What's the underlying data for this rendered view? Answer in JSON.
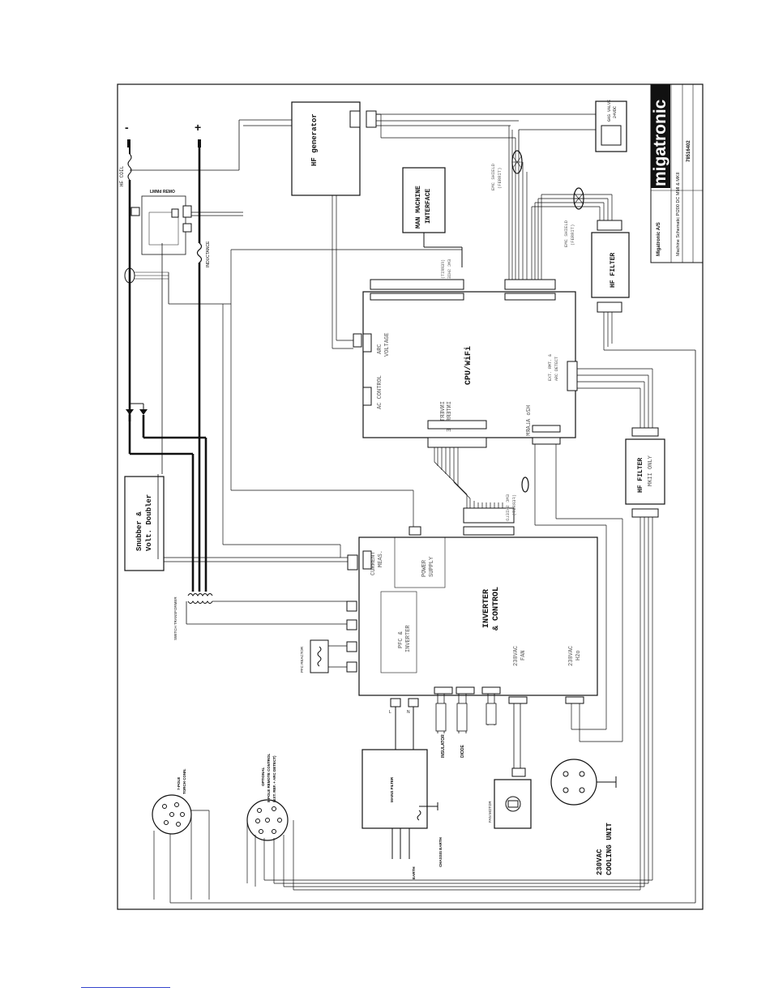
{
  "title_block": {
    "brand": "migatronic",
    "company": "Migatronic A/S",
    "drawing_title": "Machine Schematic PI200 DC MMI & MKII",
    "drawing_number": "78516402"
  },
  "modules": {
    "hf_generator": "HF generator",
    "mmi_line1": "MAN MACHINE",
    "mmi_line2": "INTERFACE",
    "cpu": "CPU/WiFi",
    "hf_filter_1": "HF FILTER",
    "hf_filter_2": "HF FILTER",
    "hf_filter_2_note": "MKII ONLY",
    "snubber_line1": "Snubber &",
    "snubber_line2": "Volt. Doubler",
    "inverter_line1": "INVERTER",
    "inverter_line2": "& CONTROL",
    "power_supply_line1": "POWER",
    "power_supply_line2": "SUPPLY",
    "current_meas_line1": "CURRENT",
    "current_meas_line2": "MEAS.",
    "pfc_line1": "PFC &",
    "pfc_line2": "INVERTER",
    "fan_out_line1": "230VAC",
    "fan_out_line2": "FAN",
    "h2o_out_line1": "230VAC",
    "h2o_out_line2": "H2o",
    "mains_filter": "MAINS FILTER",
    "cooling_line1": "230VAC",
    "cooling_line2": "COOLING UNIT",
    "fan_motor": "FAN MOTOR",
    "gas_valve_line1": "GAS VALVE",
    "gas_valve_line2": "24VDC"
  },
  "labels": {
    "arc_voltage_1": "ARC",
    "arc_voltage_2": "VOLTAGE",
    "ac_control": "AC CONTROL",
    "inverter_if_1": "INVERTER",
    "inverter_if_2": "INTERFACE",
    "h2o_alarm": "H2o ALARM",
    "ext_rmt": "EXT. RMT. &",
    "arc_detect": "ARC DETECT",
    "hf_coil": "HF COIL",
    "lmmd_remo": "LMMd REMO",
    "inductance": "INDUCTANCE",
    "switch_transformer": "SWITCH TRANSFORMER",
    "pfc_reactor": "PFC REACTOR",
    "emc_shield_1": "EMC SHIELD",
    "emc_shield_1b": "(FERRIT)",
    "emc_shield_2": "EMC SHIELD",
    "emc_shield_2b": "(FERRIT)",
    "emc_shield_3": "EMC SHIELD",
    "emc_shield_3b": "(FERRIT)",
    "emc_shield_4": "EMC SHIELD",
    "emc_shield_4b": "(FERRIT)",
    "insulator": "INSULATOR",
    "diode": "DIODE",
    "chassis_earth": "CHASSIS EARTH",
    "earth": "EARTH",
    "torch_conn_1": "7-POLE",
    "torch_conn_2": "TORCH CONN.",
    "optional_1": "OPTIONAL",
    "optional_2": "8-POLE REMOTE CONTROL",
    "optional_3": "(EXT. REF. + ARC DETECT)",
    "plus": "+",
    "minus": "-",
    "l": "L",
    "n": "N"
  },
  "colors": {
    "line": "#111111",
    "accent_link": "#3344cc"
  }
}
